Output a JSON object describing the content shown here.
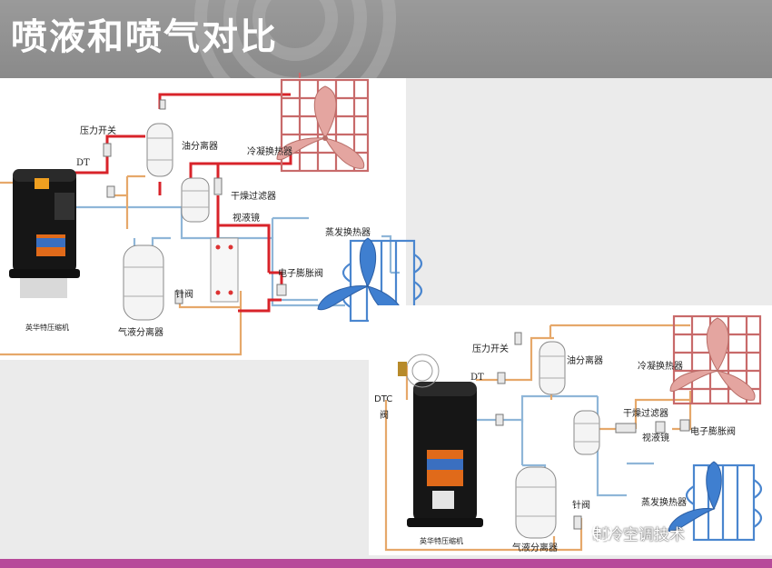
{
  "slide": {
    "title": "喷液和喷气对比"
  },
  "top_diagram": {
    "labels": {
      "pressure_switch": "压力开关",
      "dt": "DT",
      "oil_separator": "油分离器",
      "condenser": "冷凝换热器",
      "dryer_filter": "干燥过滤器",
      "sight_glass": "视液镜",
      "evaporator": "蒸发换热器",
      "eev": "电子膨胀阀",
      "needle_valve": "针阀",
      "accumulator": "气液分离器",
      "compressor": "英华特压缩机"
    }
  },
  "bottom_diagram": {
    "labels": {
      "pressure_switch": "压力开关",
      "oil_separator": "油分离器",
      "condenser": "冷凝换热器",
      "dtc_valve_line1": "DTC",
      "dtc_valve_line2": "阀",
      "dt": "DT",
      "dryer_filter": "干燥过滤器",
      "eev": "电子膨胀阀",
      "sight_glass": "视液镜",
      "evaporator": "蒸发换热器",
      "needle_valve": "针阀",
      "accumulator": "气液分离器",
      "compressor": "英华特压缩机"
    }
  },
  "watermark": {
    "text": "制冷空调技术"
  },
  "colors": {
    "hot_line": "#d8232a",
    "liquid_line": "#e6a86a",
    "suction_line": "#8fb6d8",
    "condenser_blade": "#e4a5a0",
    "evaporator_blade": "#3f7fd0",
    "accent_bar": "#b74a9a"
  }
}
